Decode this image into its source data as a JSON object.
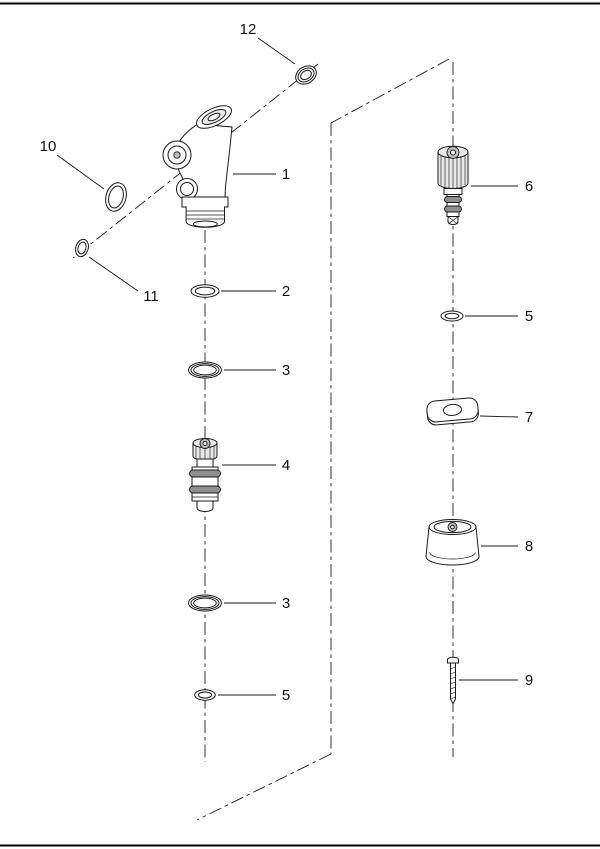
{
  "figure": {
    "type": "exploded-parts-diagram",
    "background": "#ffffff",
    "line_color": "#1a1a1a",
    "shade_color": "#8f8f8f",
    "light_shade_color": "#e9e9e9"
  },
  "callouts": [
    {
      "label": "12",
      "part": "angled-seal-ring-small"
    },
    {
      "label": "10",
      "part": "angled-o-ring-large"
    },
    {
      "label": "1",
      "part": "valve-body"
    },
    {
      "label": "11",
      "part": "angled-o-ring-small"
    },
    {
      "label": "2",
      "part": "o-ring"
    },
    {
      "label": "3",
      "part": "o-ring-large"
    },
    {
      "label": "4",
      "part": "cartridge"
    },
    {
      "label": "3",
      "part": "o-ring-large"
    },
    {
      "label": "5",
      "part": "o-ring-small"
    },
    {
      "label": "6",
      "part": "stem-cartridge"
    },
    {
      "label": "5",
      "part": "washer"
    },
    {
      "label": "7",
      "part": "retaining-plate"
    },
    {
      "label": "8",
      "part": "cap"
    },
    {
      "label": "9",
      "part": "screw"
    }
  ]
}
